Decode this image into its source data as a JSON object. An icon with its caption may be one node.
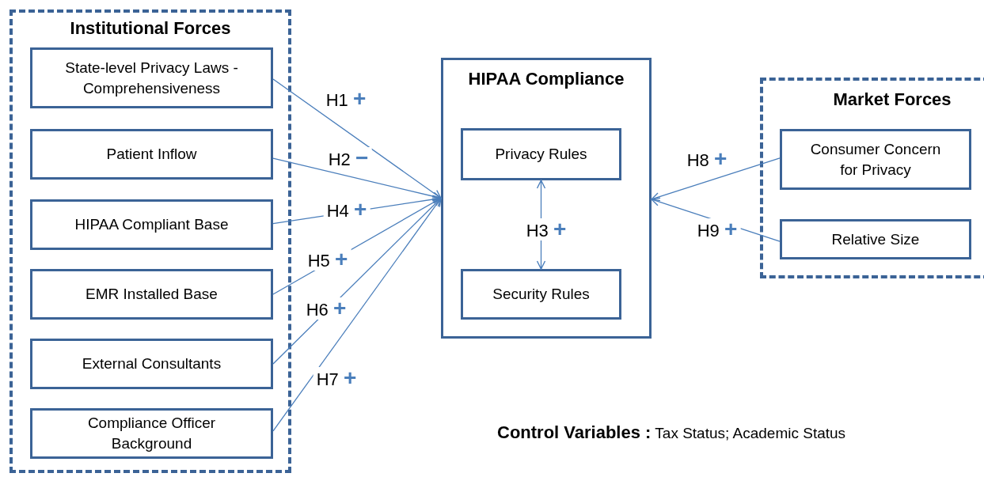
{
  "diagram": {
    "nodes": [
      {
        "text": [
          "Institutional Forces"
        ]
      },
      {
        "text": [
          "State-level Privacy Laws - Comprehensiveness"
        ],
        "in": 0
      },
      {
        "text": [
          "Patient Inflow"
        ],
        "in": 0
      },
      {
        "text": [
          "HIPAA Compliant Base"
        ],
        "in": 0
      },
      {
        "text": [
          "EMR Installed Base"
        ],
        "in": 0
      },
      {
        "text": [
          "External Consultants"
        ],
        "in": 0
      },
      {
        "text": [
          "Compliance Officer Background"
        ],
        "in": 0
      },
      {
        "text": [
          "HIPAA Compliance"
        ]
      },
      {
        "text": [
          "Privacy Rules"
        ],
        "in": 7
      },
      {
        "text": [
          "Security Rules"
        ],
        "in": 7
      },
      {
        "text": [
          "Market Forces"
        ]
      },
      {
        "text": [
          "Consumer Concern for Privacy"
        ],
        "in": 10
      },
      {
        "text": [
          "Relative Size"
        ],
        "in": 10
      }
    ],
    "edges": [
      {
        "from": 1,
        "to": 7,
        "arrow": "to",
        "label": "H1 +"
      },
      {
        "from": 2,
        "to": 7,
        "arrow": "to",
        "label": "H2 −"
      },
      {
        "from": 3,
        "to": 7,
        "arrow": "to",
        "label": "H4 +"
      },
      {
        "from": 4,
        "to": 7,
        "arrow": "to",
        "label": "H5 +"
      },
      {
        "from": 5,
        "to": 7,
        "arrow": "to",
        "label": "H6 +"
      },
      {
        "from": 6,
        "to": 7,
        "arrow": "to",
        "label": "H7 +"
      },
      {
        "from": 8,
        "to": 9,
        "arrow": "both",
        "label": "H3 +"
      },
      {
        "from": 11,
        "to": 7,
        "arrow": "to",
        "label": "H8 +"
      },
      {
        "from": 12,
        "to": 7,
        "arrow": "to",
        "label": "H9 +"
      }
    ],
    "labels": [
      "**Control Variables :** Tax Status; Academic Status"
    ]
  }
}
